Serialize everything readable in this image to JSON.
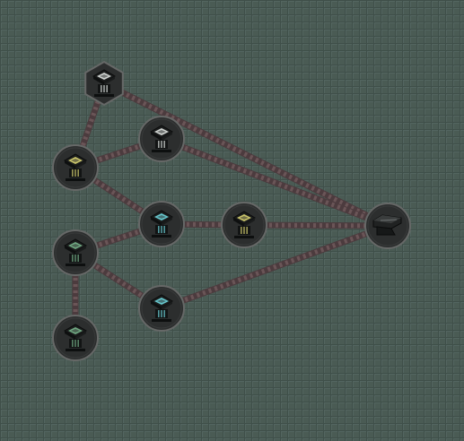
{
  "colors": {
    "background": "#4a5b54",
    "link_fill": "#4c3b3e",
    "link_chevron": "#725c5e",
    "node_fill": "#2c2e2e",
    "node_ring": "#666867",
    "pedestal_body": "#121414",
    "block_tone_white": "#cfd3d0",
    "block_tone_yellow": "#c9c46a",
    "block_tone_cyan": "#66c6cc",
    "block_tone_green": "#6fa680",
    "anvil": "#202222"
  },
  "nodes": [
    {
      "id": "root",
      "icon": "pedestal-icon",
      "tone": "white",
      "shape": "hexagon"
    },
    {
      "id": "white-pedestal",
      "icon": "pedestal-icon",
      "tone": "white",
      "shape": "circle"
    },
    {
      "id": "yellow-pedestal-left",
      "icon": "pedestal-icon",
      "tone": "yellow",
      "shape": "circle"
    },
    {
      "id": "cyan-pedestal-middle",
      "icon": "pedestal-icon",
      "tone": "cyan",
      "shape": "circle"
    },
    {
      "id": "yellow-pedestal-center",
      "icon": "pedestal-icon",
      "tone": "yellow",
      "shape": "circle"
    },
    {
      "id": "anvil",
      "icon": "anvil-icon",
      "tone": "none",
      "shape": "circle"
    },
    {
      "id": "green-pedestal-upper",
      "icon": "pedestal-icon",
      "tone": "green",
      "shape": "circle"
    },
    {
      "id": "cyan-pedestal-lower",
      "icon": "pedestal-icon",
      "tone": "cyan",
      "shape": "circle"
    },
    {
      "id": "green-pedestal-lower",
      "icon": "pedestal-icon",
      "tone": "green",
      "shape": "circle"
    }
  ],
  "links": [
    [
      "root",
      "yellow-pedestal-left"
    ],
    [
      "root",
      "anvil"
    ],
    [
      "white-pedestal",
      "yellow-pedestal-left"
    ],
    [
      "white-pedestal",
      "anvil"
    ],
    [
      "yellow-pedestal-left",
      "cyan-pedestal-middle"
    ],
    [
      "cyan-pedestal-middle",
      "yellow-pedestal-center"
    ],
    [
      "yellow-pedestal-center",
      "anvil"
    ],
    [
      "cyan-pedestal-middle",
      "green-pedestal-upper"
    ],
    [
      "green-pedestal-upper",
      "cyan-pedestal-lower"
    ],
    [
      "green-pedestal-upper",
      "green-pedestal-lower"
    ],
    [
      "cyan-pedestal-lower",
      "anvil"
    ]
  ]
}
